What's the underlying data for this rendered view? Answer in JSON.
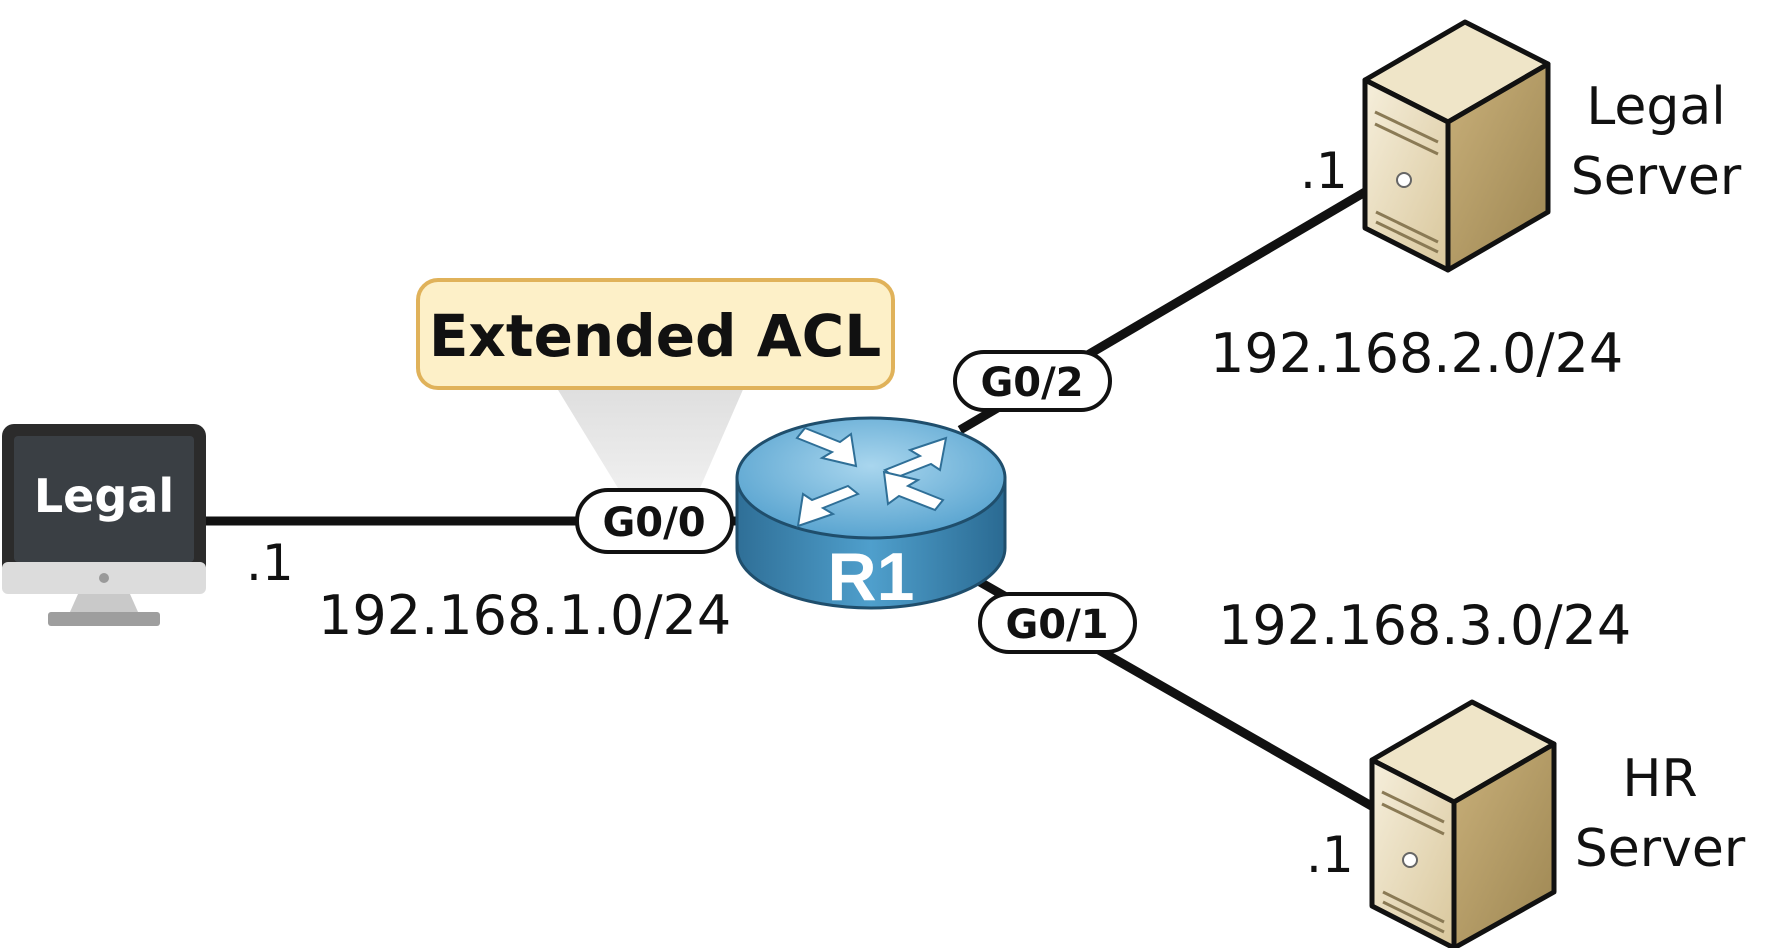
{
  "acl_label": "Extended ACL",
  "router": {
    "name": "R1"
  },
  "host": {
    "screen_label": "Legal",
    "host_octet": ".1"
  },
  "links": {
    "g0_0": {
      "port": "G0/0",
      "network": "192.168.1.0/24"
    },
    "g0_2": {
      "port": "G0/2",
      "network": "192.168.2.0/24"
    },
    "g0_1": {
      "port": "G0/1",
      "network": "192.168.3.0/24"
    }
  },
  "servers": {
    "legal": {
      "name_line1": "Legal",
      "name_line2": "Server",
      "host_octet": ".1"
    },
    "hr": {
      "name_line1": "HR",
      "name_line2": "Server",
      "host_octet": ".1"
    }
  },
  "colors": {
    "acl_fill": "#fdf0c8",
    "acl_border": "#e0b25a",
    "router_body": "#3f8fbf",
    "router_top": "#8ec5e5",
    "server_body": "#e8dcbc",
    "monitor": "#2b2b2b",
    "link": "#111111"
  }
}
